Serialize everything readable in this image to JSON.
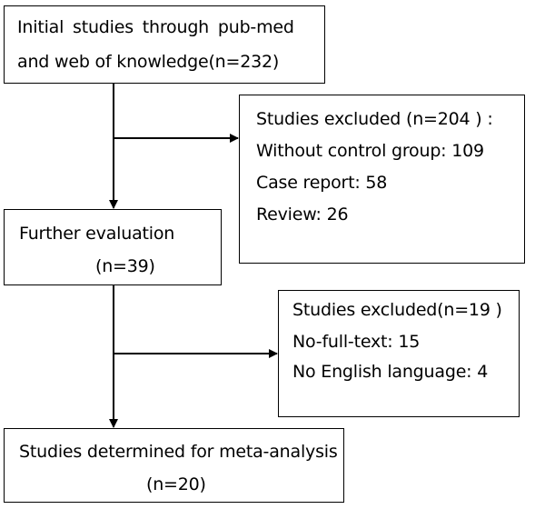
{
  "box1": {
    "line1": "Initial  studies  through  pub-med",
    "line2": "and web of knowledge(n=232)"
  },
  "excluded1": {
    "title": "Studies excluded (n=204 ) :",
    "items": [
      "Without control group: 109",
      "Case report: 58",
      "Review: 26"
    ]
  },
  "box2": {
    "line1": "Further evaluation",
    "line2": "(n=39)"
  },
  "excluded2": {
    "title": "Studies excluded(n=19 )",
    "items": [
      "No-full-text: 15",
      "No English language: 4"
    ]
  },
  "box3": {
    "line1": "Studies determined for meta-analysis",
    "line2": "(n=20)"
  }
}
